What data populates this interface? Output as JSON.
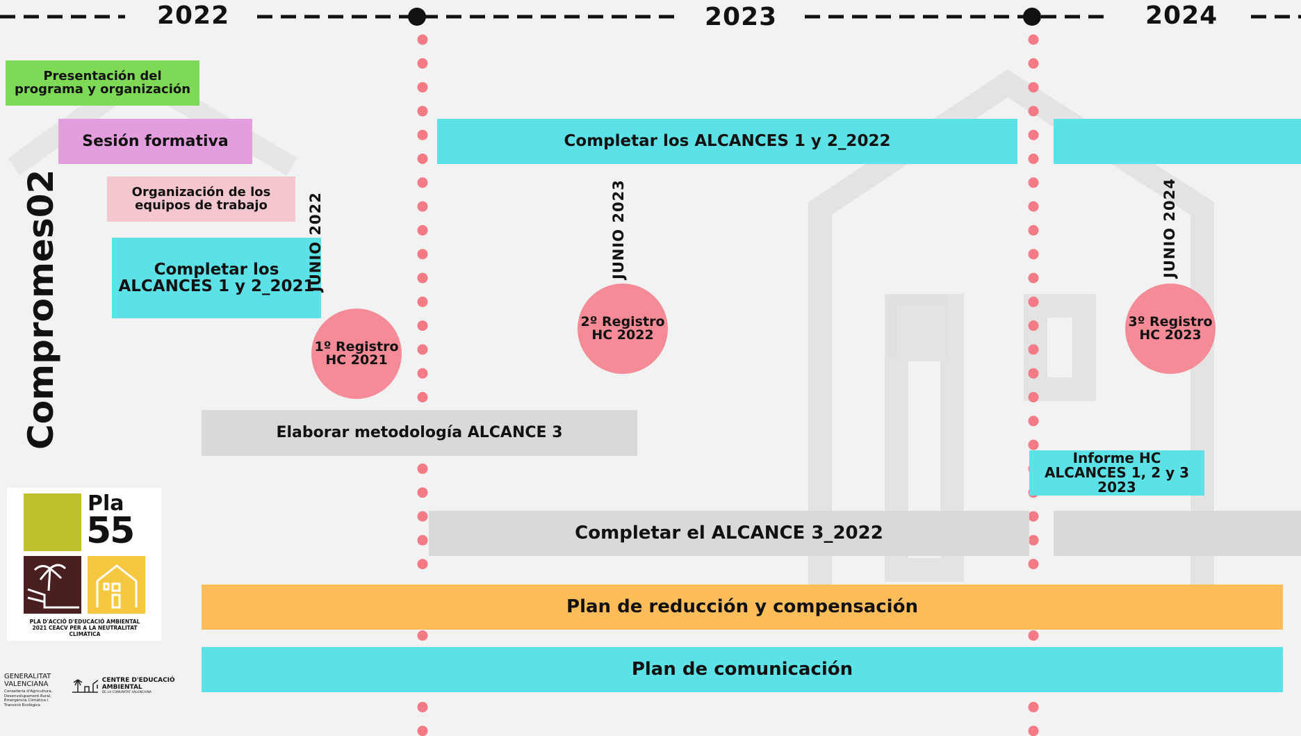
{
  "years": [
    "2022",
    "2023",
    "2024"
  ],
  "brand_title": "Compromes02",
  "milestones": [
    {
      "date": "JUNIO 2022",
      "label_line1": "1º Registro",
      "label_line2": "HC 2021"
    },
    {
      "date": "JUNIO 2023",
      "label_line1": "2º Registro",
      "label_line2": "HC 2022"
    },
    {
      "date": "JUNIO 2024",
      "label_line1": "3º Registro",
      "label_line2": "HC 2023"
    }
  ],
  "tasks": {
    "presentacion": "Presentación del programa y organización",
    "sesion": "Sesión formativa",
    "organizacion": "Organización de los equipos de trabajo",
    "alcances_2021": "Completar los ALCANCES 1 y 2_2021",
    "alcances_2022": "Completar los ALCANCES 1 y 2_2022",
    "metodologia": "Elaborar metodología ALCANCE 3",
    "informe": "Informe HC ALCANCES 1, 2 y 3 2023",
    "alcance3_2022": "Completar el ALCANCE 3_2022",
    "plan_reduccion": "Plan de reducción y compensación",
    "plan_comunicacion": "Plan de comunicación"
  },
  "logo": {
    "pla": "Pla",
    "number": "55",
    "caption": "PLA D'ACCIÓ D'EDUCACIÓ AMBIENTAL 2021 CEACV PER A LA NEUTRALITAT CLIMÀTICA"
  },
  "footer": {
    "gva_name": "GENERALITAT VALENCIANA",
    "gva_dept": "Conselleria d'Agricultura, Desenvolupament Rural, Emergència Climàtica i Transició Ecològica",
    "ceacv_name": "CENTRE D'EDUCACIÓ AMBIENTAL",
    "ceacv_sub": "DE LA COMUNITAT VALENCIANA"
  },
  "colors": {
    "green": "#7ed957",
    "pink": "#e39ede",
    "light_pink": "#f4c7cf",
    "cyan": "#5ce1e6",
    "grey": "#d9d9d9",
    "orange": "#ffbd59",
    "salmon": "#f48b97",
    "dot": "#f47a86",
    "logo_olive": "#bfc12a",
    "logo_maroon": "#4a1f22",
    "logo_yellow": "#f5c840"
  }
}
